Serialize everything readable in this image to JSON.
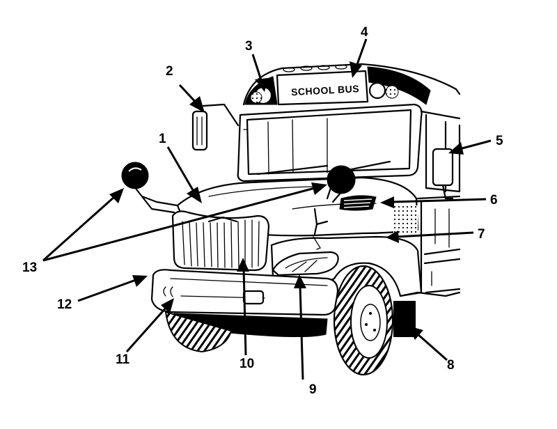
{
  "sign_text": "SCHOOL BUS",
  "callouts": [
    {
      "id": "1",
      "label": "1"
    },
    {
      "id": "2",
      "label": "2"
    },
    {
      "id": "3",
      "label": "3"
    },
    {
      "id": "4",
      "label": "4"
    },
    {
      "id": "5",
      "label": "5"
    },
    {
      "id": "6",
      "label": "6"
    },
    {
      "id": "7",
      "label": "7"
    },
    {
      "id": "8",
      "label": "8"
    },
    {
      "id": "9",
      "label": "9"
    },
    {
      "id": "10",
      "label": "10"
    },
    {
      "id": "11",
      "label": "11"
    },
    {
      "id": "12",
      "label": "12"
    },
    {
      "id": "13",
      "label": "13"
    }
  ]
}
